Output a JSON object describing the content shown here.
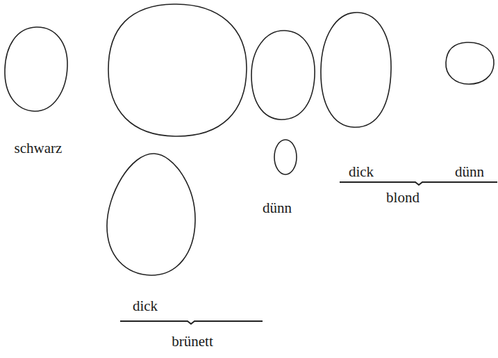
{
  "diagram": {
    "labels": [
      "schwarz",
      "dünn",
      "dick",
      "dünn",
      "blond",
      "dick",
      "brünett"
    ]
  }
}
